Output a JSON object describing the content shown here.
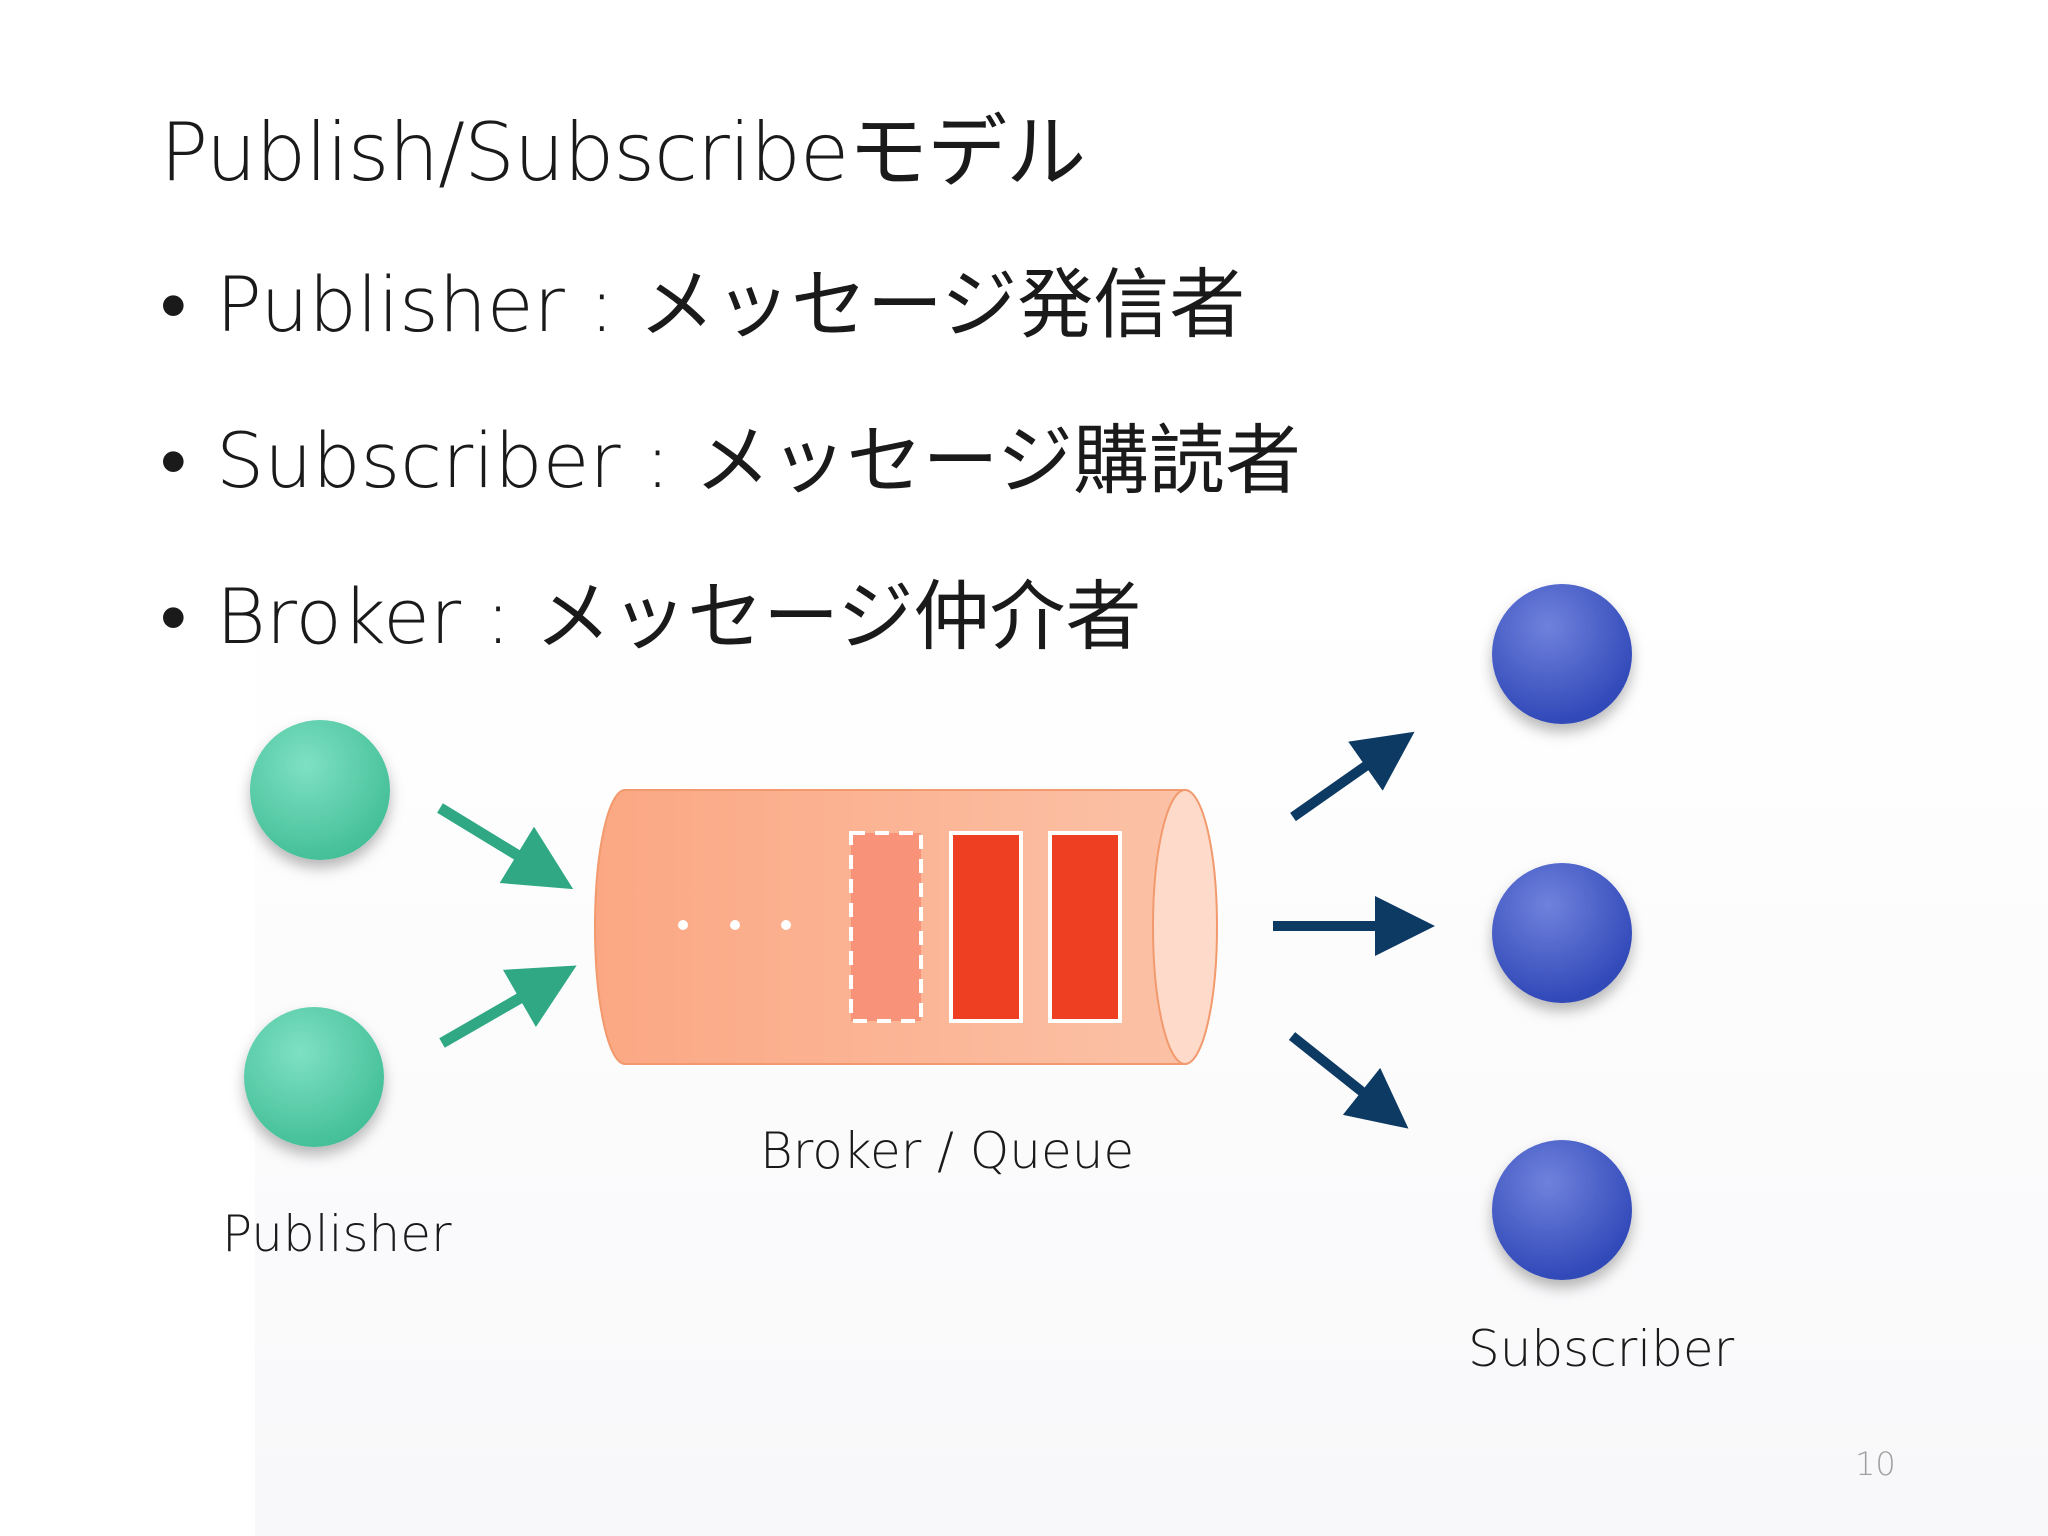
{
  "slide": {
    "title": "Publish/Subscribeモデル",
    "bullets": [
      {
        "marker": "•",
        "text": "Publisher : メッセージ発信者"
      },
      {
        "marker": "•",
        "text": "Subscriber : メッセージ購読者"
      },
      {
        "marker": "•",
        "text": "Broker : メッセージ仲介者"
      }
    ],
    "page_number": "10"
  },
  "diagram": {
    "publisher_label": "Publisher",
    "broker_label": "Broker / Queue",
    "subscriber_label": "Subscriber",
    "queue_ellipsis": "・・・",
    "colors": {
      "publisher": "#5dcfae",
      "subscriber": "#3f55c4",
      "publisher_arrow": "#2fa883",
      "subscriber_arrow": "#0d3a63",
      "queue_body": "#f9ab85",
      "queue_message": "#ef3f22"
    }
  }
}
